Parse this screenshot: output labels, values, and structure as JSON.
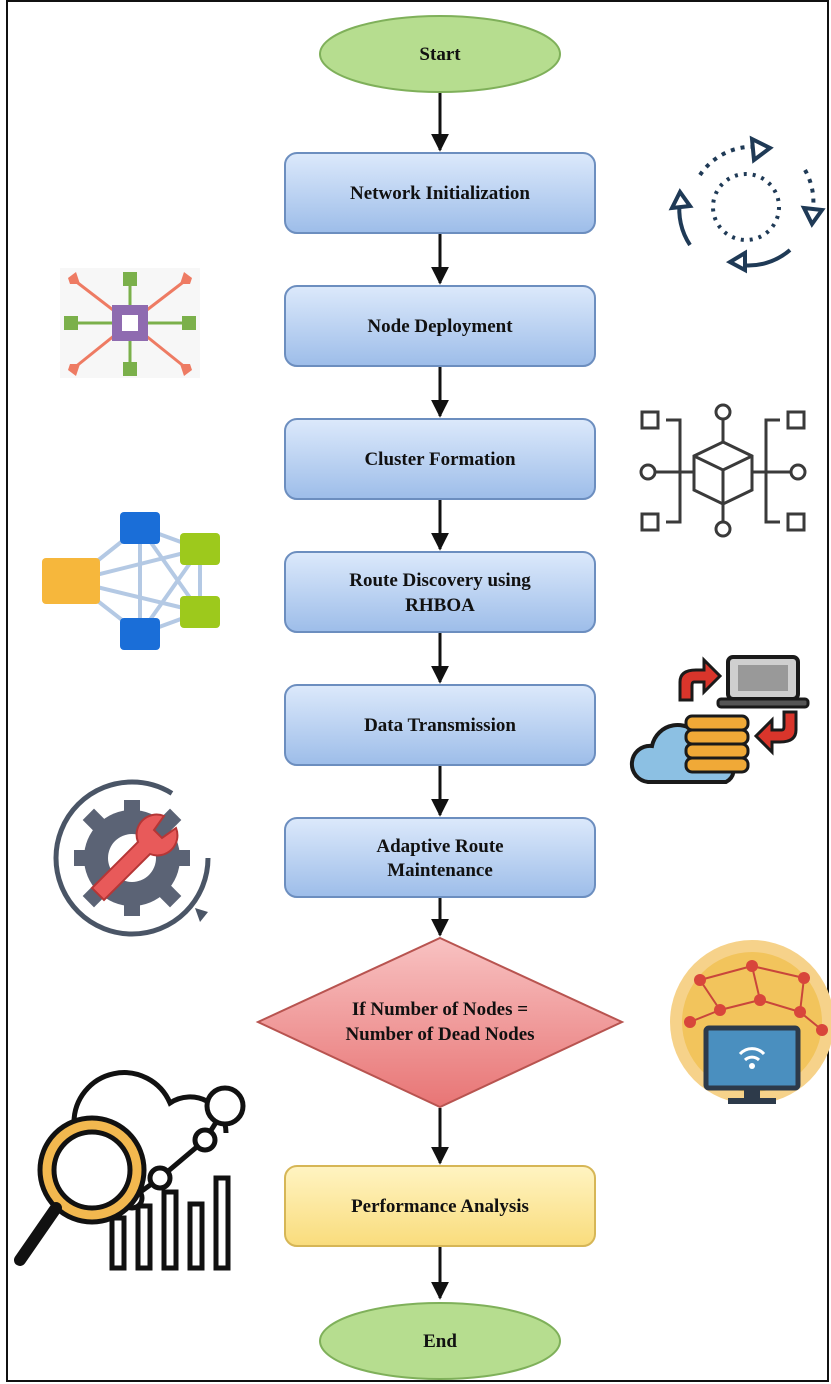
{
  "flowchart": {
    "start": "Start",
    "end": "End",
    "steps": [
      {
        "lines": [
          "Network Initialization"
        ]
      },
      {
        "lines": [
          "Node Deployment"
        ]
      },
      {
        "lines": [
          "Cluster Formation"
        ]
      },
      {
        "lines": [
          "Route Discovery using",
          "RHBOA"
        ]
      },
      {
        "lines": [
          "Data Transmission"
        ]
      },
      {
        "lines": [
          "Adaptive Route",
          "Maintenance"
        ]
      }
    ],
    "decision": {
      "lines": [
        "If Number of Nodes =",
        "Number of Dead Nodes"
      ]
    },
    "final_step": {
      "lines": [
        "Performance Analysis"
      ]
    }
  },
  "colors": {
    "start_end_fill": "#b6dd8f",
    "start_end_stroke": "#7fb05a",
    "process_fill_top": "#dce9fb",
    "process_fill_bottom": "#9dbde9",
    "process_stroke": "#6c8ebf",
    "decision_fill_top": "#f8c2c2",
    "decision_fill_bottom": "#e87575",
    "decision_stroke": "#b85450",
    "analysis_fill_top": "#fff4c2",
    "analysis_fill_bottom": "#f9dc7c",
    "analysis_stroke": "#d6b656"
  },
  "icons": [
    "refresh-cycle-icon",
    "network-hub-icon",
    "cube-network-icon",
    "graph-nodes-icon",
    "cloud-data-transfer-icon",
    "gear-wrench-icon",
    "globe-network-monitor-icon",
    "search-analytics-icon"
  ]
}
